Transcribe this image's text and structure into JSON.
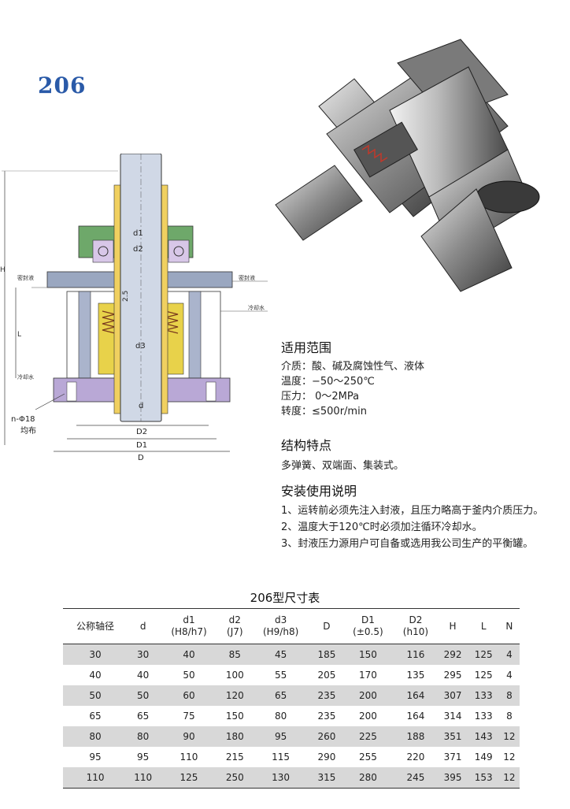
{
  "model": "206",
  "drawing": {
    "label_d1": "d1",
    "label_d2": "d2",
    "label_d3": "d3",
    "label_d": "d",
    "label_gap": "2.5",
    "label_L": "L",
    "label_H": "H",
    "label_seal_in_left": "密封液",
    "label_seal_in_right": "密封液",
    "label_cool_right": "冷却水",
    "label_cool_left": "冷却水",
    "label_bolts": "n-Φ18",
    "label_bolts2": "均布",
    "label_D2": "D2",
    "label_D1": "D1",
    "label_D": "D"
  },
  "scope": {
    "title": "适用范围",
    "lines": [
      "介质：酸、碱及腐蚀性气、液体",
      "温度：−50～250℃",
      "压力： 0～2MPa",
      "转度：≤500r/min"
    ]
  },
  "features": {
    "title": "结构特点",
    "text": "多弹簧、双端面、集装式。"
  },
  "install": {
    "title": "安装使用说明",
    "items": [
      "1、运转前必须先注入封液，且压力略高于釜内介质压力。",
      "2、温度大于120℃时必须加注循环冷却水。",
      "3、封液压力源用户可自备或选用我公司生产的平衡罐。"
    ]
  },
  "table": {
    "title": "206型尺寸表",
    "headers": [
      [
        "公称轴径",
        ""
      ],
      [
        "d",
        ""
      ],
      [
        "d1",
        "(H8/h7)"
      ],
      [
        "d2",
        "(J7)"
      ],
      [
        "d3",
        "(H9/h8)"
      ],
      [
        "D",
        ""
      ],
      [
        "D1",
        "(±0.5)"
      ],
      [
        "D2",
        "(h10)"
      ],
      [
        "H",
        ""
      ],
      [
        "L",
        ""
      ],
      [
        "N",
        ""
      ]
    ],
    "rows": [
      [
        "30",
        "30",
        "40",
        "85",
        "45",
        "185",
        "150",
        "116",
        "292",
        "125",
        "4"
      ],
      [
        "40",
        "40",
        "50",
        "100",
        "55",
        "205",
        "170",
        "135",
        "295",
        "125",
        "4"
      ],
      [
        "50",
        "50",
        "60",
        "120",
        "65",
        "235",
        "200",
        "164",
        "307",
        "133",
        "8"
      ],
      [
        "65",
        "65",
        "75",
        "150",
        "80",
        "235",
        "200",
        "164",
        "314",
        "133",
        "8"
      ],
      [
        "80",
        "80",
        "90",
        "180",
        "95",
        "260",
        "225",
        "188",
        "351",
        "143",
        "12"
      ],
      [
        "95",
        "95",
        "110",
        "215",
        "115",
        "290",
        "255",
        "220",
        "371",
        "149",
        "12"
      ],
      [
        "110",
        "110",
        "125",
        "250",
        "130",
        "315",
        "280",
        "245",
        "395",
        "153",
        "12"
      ]
    ]
  }
}
